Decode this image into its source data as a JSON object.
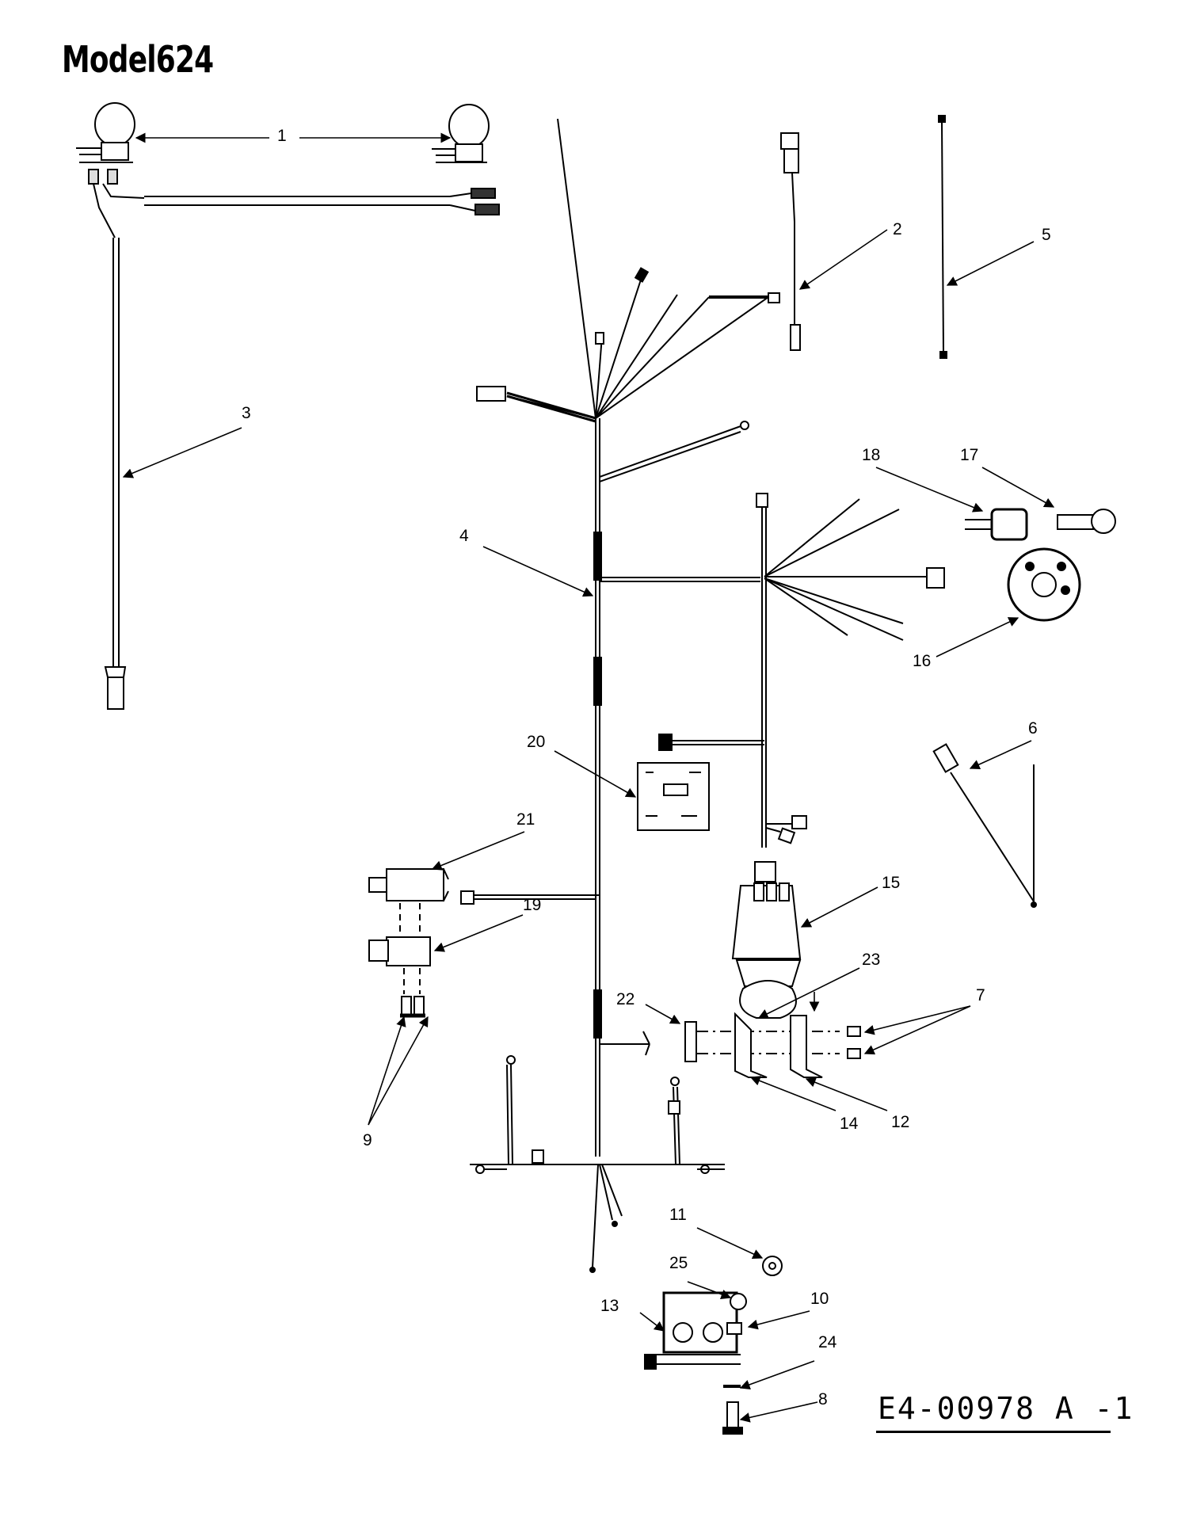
{
  "title": "Model624",
  "drawing_number": "E4-00978 A -1",
  "callouts": [
    "1",
    "2",
    "3",
    "4",
    "5",
    "6",
    "7",
    "8",
    "9",
    "10",
    "11",
    "12",
    "13",
    "14",
    "15",
    "16",
    "17",
    "18",
    "19",
    "20",
    "21",
    "22",
    "23",
    "24",
    "25"
  ],
  "colors": {
    "ink": "#000000",
    "paper": "#ffffff"
  }
}
